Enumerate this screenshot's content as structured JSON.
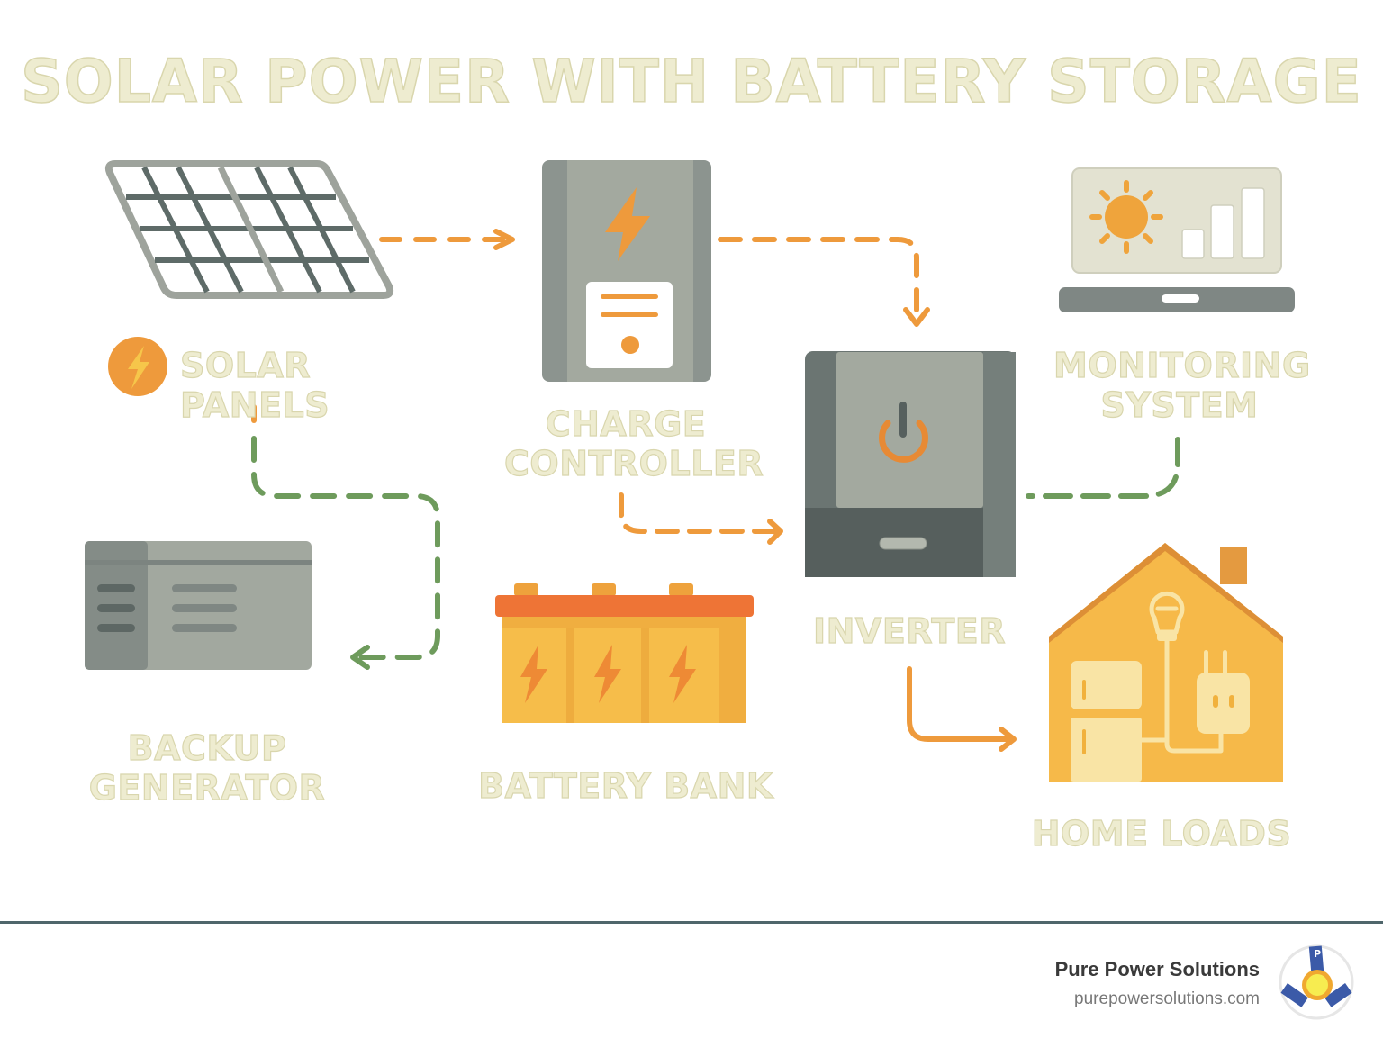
{
  "title": "SOLAR POWER WITH BATTERY STORAGE",
  "components": {
    "solar_panels": {
      "label": "SOLAR PANELS",
      "icon": "solar-panel-icon"
    },
    "charge_controller": {
      "label_line1": "CHARGE",
      "label_line2": "CONTROLLER",
      "icon": "charge-controller-icon"
    },
    "monitoring_system": {
      "label_line1": "MONITORING",
      "label_line2": "SYSTEM",
      "icon": "laptop-monitor-icon"
    },
    "inverter": {
      "label": "INVERTER",
      "icon": "inverter-power-icon"
    },
    "backup_generator": {
      "label_line1": "BACKUP",
      "label_line2": "GENERATOR",
      "icon": "generator-icon"
    },
    "battery_bank": {
      "label": "BATTERY BANK",
      "icon": "battery-icon"
    },
    "home_loads": {
      "label": "HOME LOADS",
      "icon": "house-icon"
    }
  },
  "flows": [
    {
      "from": "Solar Panels",
      "to": "Charge Controller",
      "color": "orange"
    },
    {
      "from": "Charge Controller",
      "to": "Inverter",
      "color": "orange"
    },
    {
      "from": "Charge Controller",
      "to": "Inverter (via battery)",
      "color": "orange"
    },
    {
      "from": "Solar Panels",
      "to": "Backup Generator",
      "color": "green"
    },
    {
      "from": "Monitoring System",
      "to": "Inverter",
      "color": "green"
    },
    {
      "from": "Inverter",
      "to": "Home Loads",
      "color": "orange"
    }
  ],
  "colors": {
    "orange": "#ee9a3c",
    "green": "#6e9b5c",
    "label_fill": "#eeecd0",
    "device_gray": "#a0a69e",
    "device_dark": "#5b6462",
    "battery_yellow": "#f6bd4a",
    "battery_lid": "#ee7436",
    "footer_rule": "#4f666b"
  },
  "footer": {
    "brand_name": "Pure Power Solutions",
    "brand_url": "purepowersolutions.com",
    "logo": "pure-power-logo"
  }
}
